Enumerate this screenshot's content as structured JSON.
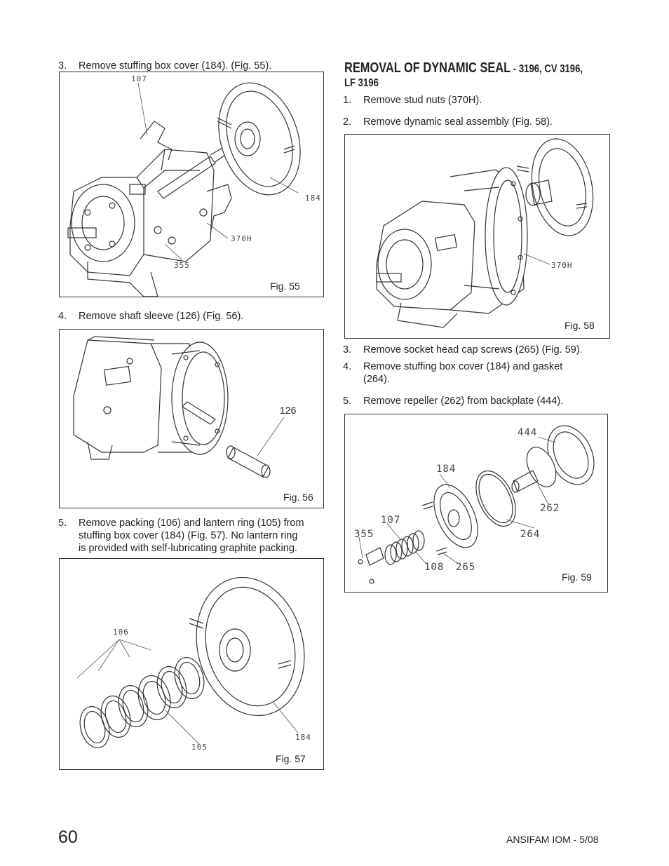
{
  "left_column": {
    "step3": {
      "num": "3.",
      "text": "Remove stuffing box cover (184). (Fig. 55)."
    },
    "fig55": {
      "label": "Fig. 55",
      "callouts": {
        "c107": "107",
        "c184": "184",
        "c370h": "370H",
        "c355": "355"
      }
    },
    "step4": {
      "num": "4.",
      "text": "Remove shaft sleeve (126) (Fig. 56)."
    },
    "fig56": {
      "label": "Fig. 56",
      "callouts": {
        "c126": "126"
      }
    },
    "step5": {
      "num": "5.",
      "lines": [
        "Remove packing (106) and lantern ring (105) from",
        "stuffing box cover (184) (Fig. 57).  No lantern ring",
        "is provided with self-lubricating graphite packing."
      ]
    },
    "fig57": {
      "label": "Fig. 57",
      "callouts": {
        "c106": "106",
        "c105": "105",
        "c184": "184"
      }
    }
  },
  "right_column": {
    "heading_main": "REMOVAL OF DYNAMIC SEAL",
    "heading_suffix": " - 3196, CV 3196,",
    "heading_line2": "LF 3196",
    "step1": {
      "num": "1.",
      "text": "Remove stud nuts (370H)."
    },
    "step2": {
      "num": "2.",
      "text": "Remove dynamic seal assembly (Fig. 58)."
    },
    "fig58": {
      "label": "Fig. 58",
      "callouts": {
        "c370h": "370H"
      }
    },
    "step3": {
      "num": "3.",
      "text": "Remove socket head cap screws (265) (Fig. 59)."
    },
    "step4": {
      "num": "4.",
      "lines": [
        "Remove stuffing box cover (184) and gasket",
        "(264)."
      ]
    },
    "step5": {
      "num": "5.",
      "text": "Remove repeller (262) from backplate (444)."
    },
    "fig59": {
      "label": "Fig. 59",
      "callouts": {
        "c444": "444",
        "c184": "184",
        "c107": "107",
        "c355": "355",
        "c262": "262",
        "c264": "264",
        "c108": "108",
        "c265": "265"
      }
    }
  },
  "footer": {
    "page_number": "60",
    "doc_id": "ANSIFAM IOM - 5/08"
  }
}
